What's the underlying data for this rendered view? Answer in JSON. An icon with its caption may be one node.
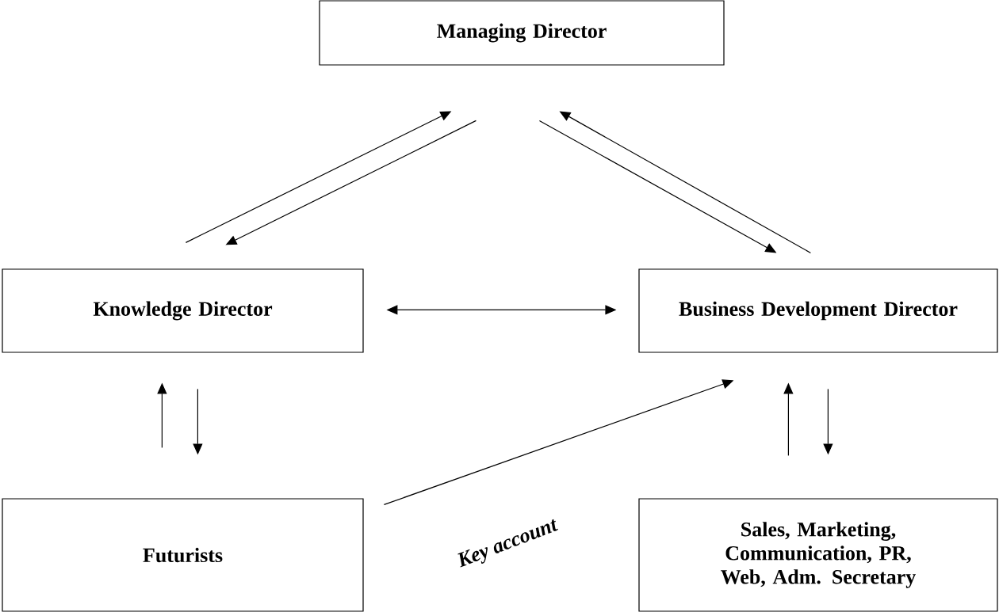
{
  "diagram": {
    "nodes": [
      {
        "text": [
          "Managing Director"
        ]
      },
      {
        "text": [
          "Knowledge Director"
        ]
      },
      {
        "text": [
          "Business Development Director"
        ]
      },
      {
        "text": [
          "Futurists"
        ]
      },
      {
        "text": [
          "Sales, Marketing, Communication, PR, Web, Adm. Secretary"
        ]
      }
    ],
    "edges": [
      {
        "from": 1,
        "to": 0,
        "arrow": "to"
      },
      {
        "from": 0,
        "to": 1,
        "arrow": "to"
      },
      {
        "from": 2,
        "to": 0,
        "arrow": "to"
      },
      {
        "from": 0,
        "to": 2,
        "arrow": "to"
      },
      {
        "from": 1,
        "to": 2,
        "arrow": "both"
      },
      {
        "from": 3,
        "to": 1,
        "arrow": "to"
      },
      {
        "from": 1,
        "to": 3,
        "arrow": "to"
      },
      {
        "from": 4,
        "to": 2,
        "arrow": "to"
      },
      {
        "from": 2,
        "to": 4,
        "arrow": "to"
      },
      {
        "from": 3,
        "to": 2,
        "arrow": "to",
        "label": "Key account"
      }
    ]
  }
}
